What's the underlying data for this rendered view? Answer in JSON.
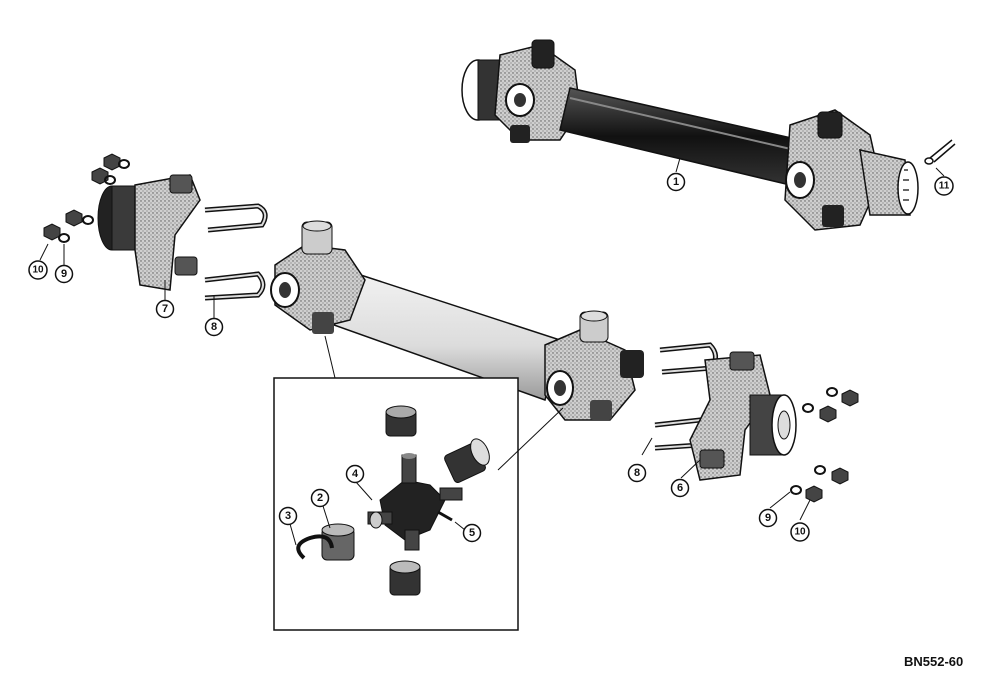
{
  "figure_code": "BN552-60",
  "callouts": {
    "c1": "1",
    "c2": "2",
    "c3": "3",
    "c4": "4",
    "c5": "5",
    "c6": "6",
    "c7": "7",
    "c8a": "8",
    "c8b": "8",
    "c9a": "9",
    "c9b": "9",
    "c10a": "10",
    "c10b": "10",
    "c11": "11"
  }
}
